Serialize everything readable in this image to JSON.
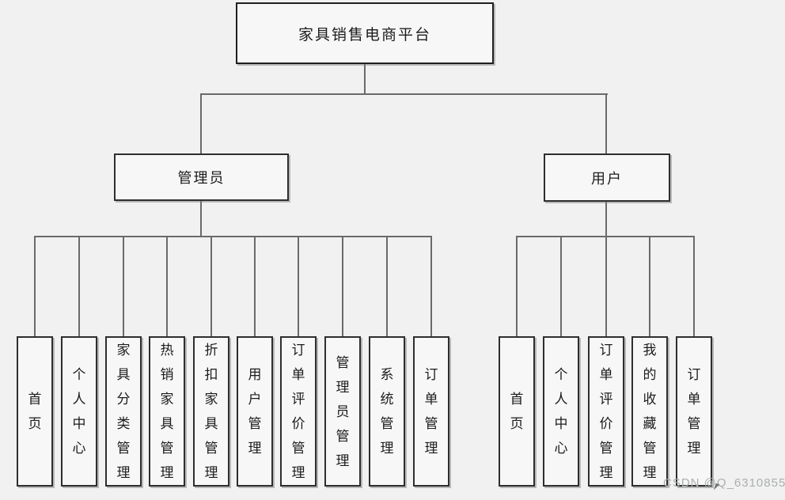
{
  "diagram": {
    "title": "家具销售电商平台",
    "branches": [
      {
        "label": "管理员",
        "children": [
          "首页",
          "个人中心",
          "家具分类管理",
          "热销家具管理",
          "折扣家具管理",
          "用户管理",
          "订单评价管理",
          "管理员管理",
          "系统管理",
          "订单管理"
        ]
      },
      {
        "label": "用户",
        "children": [
          "首页",
          "个人中心",
          "订单评价管理",
          "我的收藏管理",
          "订单管理"
        ]
      }
    ]
  },
  "watermark": {
    "text": "CSDN @Q_6310855"
  },
  "colors": {
    "background": "#f0f1f0",
    "box_fill": "#f6f7f6",
    "box_border": "#2e2e2e",
    "connector_line": "#6a6a6a",
    "text": "#1c1c1c",
    "watermark_text": "#abadb0"
  }
}
